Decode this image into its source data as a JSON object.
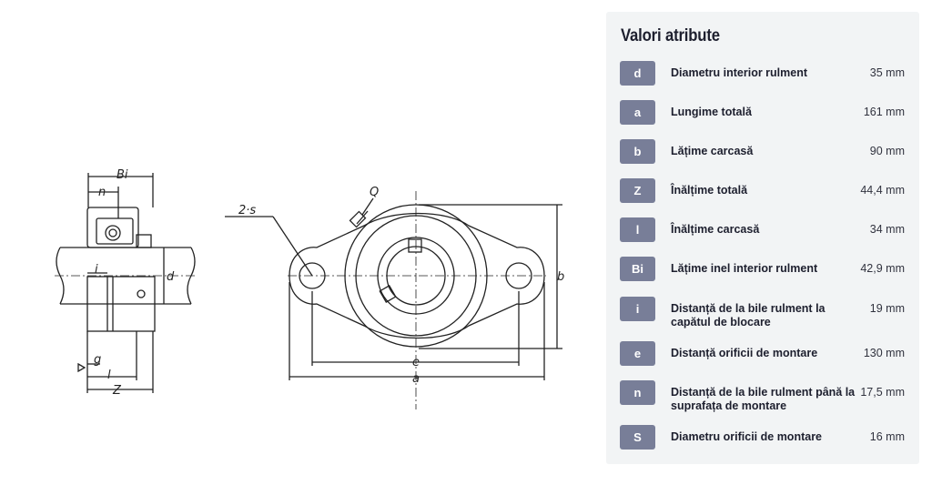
{
  "drawing": {
    "labels": {
      "Bi": "Bi",
      "n": "n",
      "i": "i",
      "d": "d",
      "g": "g",
      "l": "l",
      "Z": "Z",
      "two_s": "2·s",
      "Q": "Q",
      "e": "e",
      "a": "a",
      "b": "b"
    }
  },
  "panel": {
    "title": "Valori atribute",
    "rows": [
      {
        "badge": "d",
        "label": "Diametru interior rulment",
        "value": "35 mm"
      },
      {
        "badge": "a",
        "label": "Lungime totală",
        "value": "161 mm"
      },
      {
        "badge": "b",
        "label": "Lățime carcasă",
        "value": "90 mm"
      },
      {
        "badge": "Z",
        "label": "Înălțime totală",
        "value": "44,4 mm"
      },
      {
        "badge": "l",
        "label": "Înălțime carcasă",
        "value": "34 mm"
      },
      {
        "badge": "Bi",
        "label": "Lățime inel interior rulment",
        "value": "42,9 mm"
      },
      {
        "badge": "i",
        "label": "Distanță de la bile rulment la capătul de blocare",
        "value": "19 mm"
      },
      {
        "badge": "e",
        "label": "Distanță orificii de montare",
        "value": "130 mm"
      },
      {
        "badge": "n",
        "label": "Distanță de la bile rulment până la suprafața de montare",
        "value": "17,5 mm"
      },
      {
        "badge": "S",
        "label": "Diametru orificii de montare",
        "value": "16 mm"
      }
    ]
  }
}
